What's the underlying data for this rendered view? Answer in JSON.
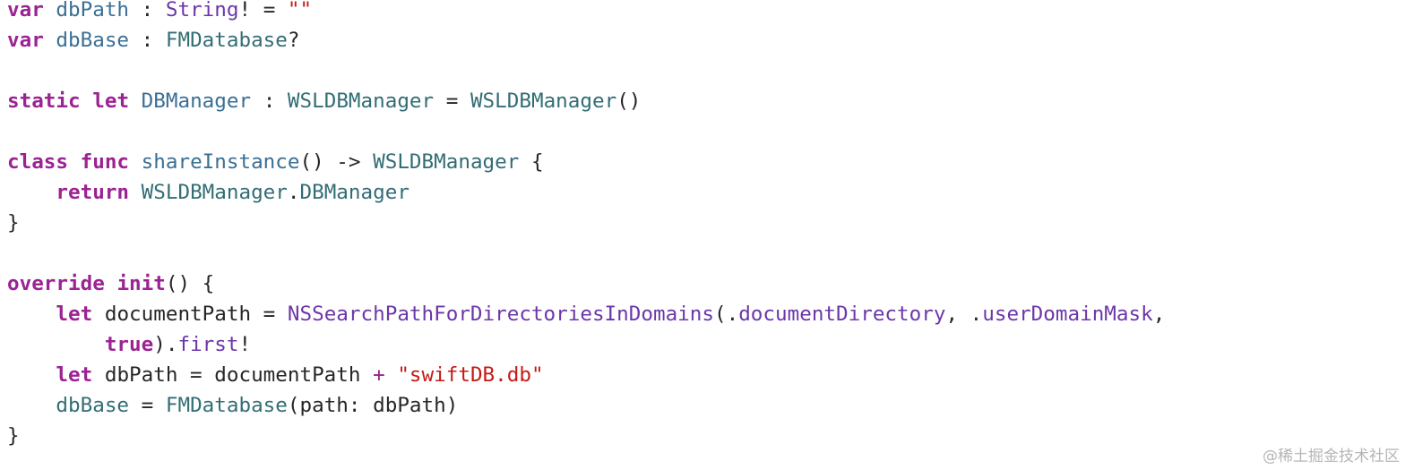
{
  "code": {
    "l1": {
      "kw": "var",
      "t1": " ",
      "name": "dbPath",
      "t2": " : ",
      "type": "String",
      "t3": "! = ",
      "str": "\"\""
    },
    "l2": {
      "kw": "var",
      "t1": " ",
      "name": "dbBase",
      "t2": " : ",
      "type": "FMDatabase",
      "t3": "?"
    },
    "l3": {
      "kw1": "static",
      "t1": " ",
      "kw2": "let",
      "t2": " ",
      "name": "DBManager",
      "t3": " : ",
      "type": "WSLDBManager",
      "t4": " = ",
      "call": "WSLDBManager",
      "t5": "()"
    },
    "l4": {
      "kw1": "class",
      "t1": " ",
      "kw2": "func",
      "t2": " ",
      "name": "shareInstance",
      "t3": "() -> ",
      "type": "WSLDBManager",
      "t4": " {"
    },
    "l5": {
      "indent": "    ",
      "kw": "return",
      "t1": " ",
      "type": "WSLDBManager",
      "t2": ".",
      "member": "DBManager"
    },
    "l6": {
      "text": "}"
    },
    "l7": {
      "kw": "override",
      "t1": " ",
      "kw2": "init",
      "t2": "() {"
    },
    "l8": {
      "indent": "    ",
      "kw": "let",
      "t1": " documentPath = ",
      "func": "NSSearchPathForDirectoriesInDomains",
      "t2": "(.",
      "arg1": "documentDirectory",
      "t3": ", .",
      "arg2": "userDomainMask",
      "t4": ","
    },
    "l9": {
      "indent": "        ",
      "kw": "true",
      "t1": ").",
      "member": "first",
      "t2": "!"
    },
    "l10": {
      "indent": "    ",
      "kw": "let",
      "t1": " dbPath = documentPath ",
      "op": "+",
      "t2": " ",
      "str": "\"swiftDB.db\""
    },
    "l11": {
      "indent": "    ",
      "name": "dbBase",
      "t1": " = ",
      "call": "FMDatabase",
      "t2": "(path: dbPath)"
    },
    "l12": {
      "text": "}"
    }
  },
  "watermark": "@稀土掘金技术社区",
  "colors": {
    "keyword": "#9b2393",
    "declaration": "#3a6f95",
    "type": "#6c36a9",
    "project_symbol": "#326d74",
    "string": "#c41a16",
    "plain": "#262626"
  }
}
